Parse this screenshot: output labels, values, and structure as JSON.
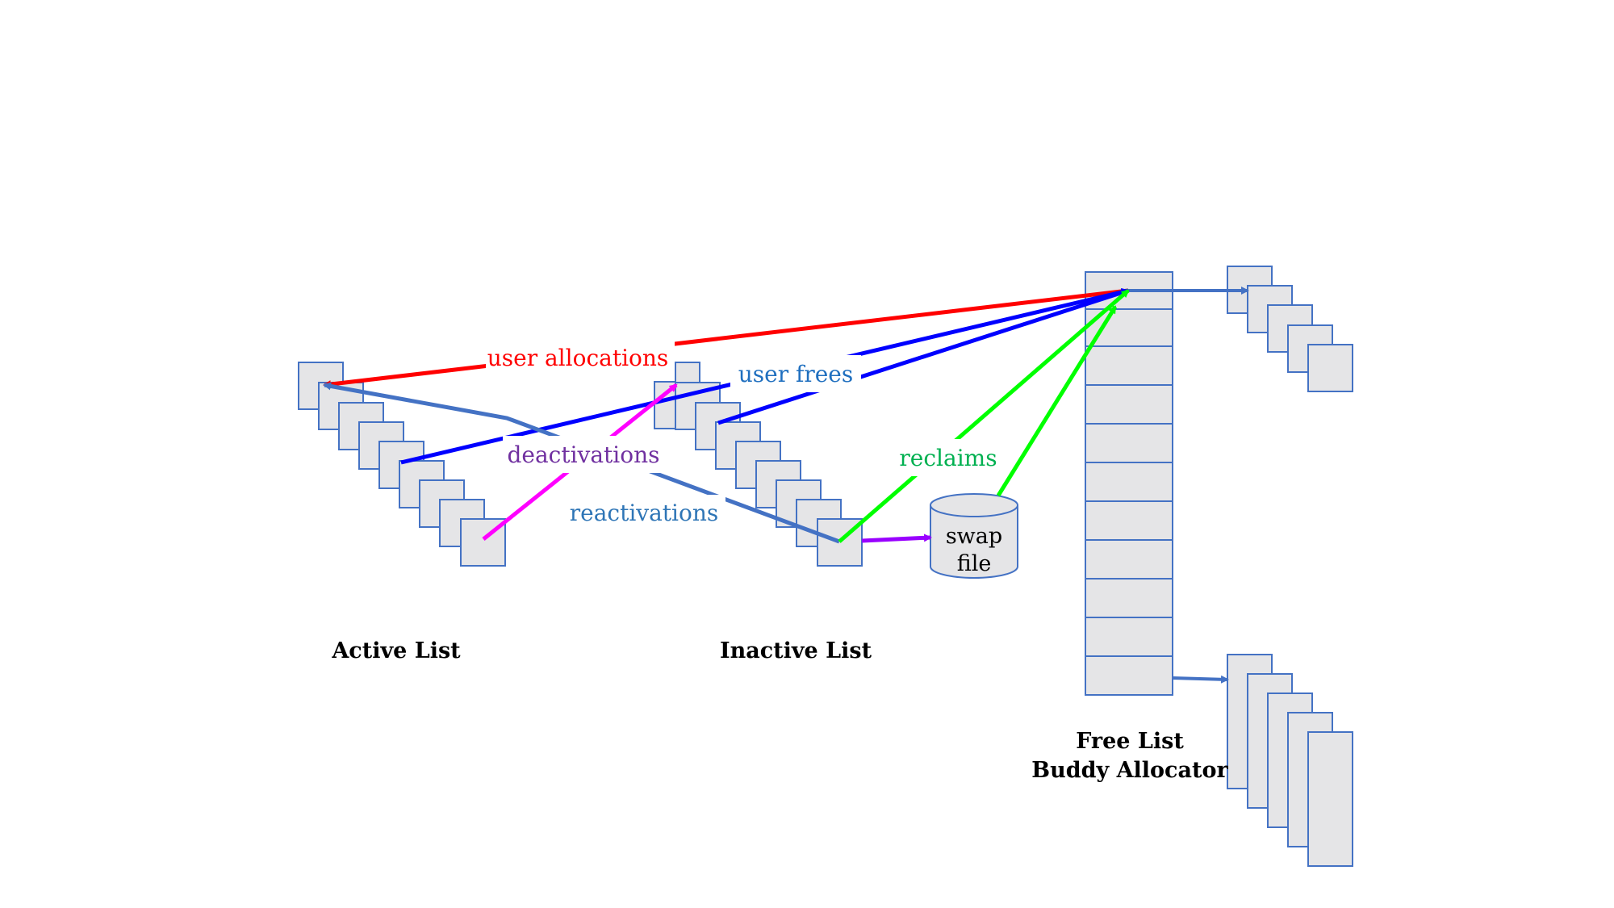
{
  "labels": {
    "active_list": "Active List",
    "inactive_list": "Inactive List",
    "free_list_line1": "Free List",
    "free_list_line2": "Buddy Allocator",
    "swap_line1": "swap",
    "swap_line2": "file"
  },
  "flows": {
    "user_allocations": {
      "label": "user allocations",
      "color": "#ff0000"
    },
    "user_frees": {
      "label": "user frees",
      "color": "#0000ff",
      "label_color": "#1f6fbf"
    },
    "deactivations": {
      "label": "deactivations",
      "color": "#ff00ff",
      "label_color": "#7030a0"
    },
    "reactivations": {
      "label": "reactivations",
      "color": "#4472c4",
      "label_color": "#2e75b6"
    },
    "reclaims": {
      "label": "reclaims",
      "color": "#00ff00",
      "label_color": "#00b050"
    },
    "swap_out": {
      "color": "#9900ff"
    }
  },
  "colors": {
    "page_fill": "#e5e5e7",
    "page_stroke": "#4472c4"
  }
}
